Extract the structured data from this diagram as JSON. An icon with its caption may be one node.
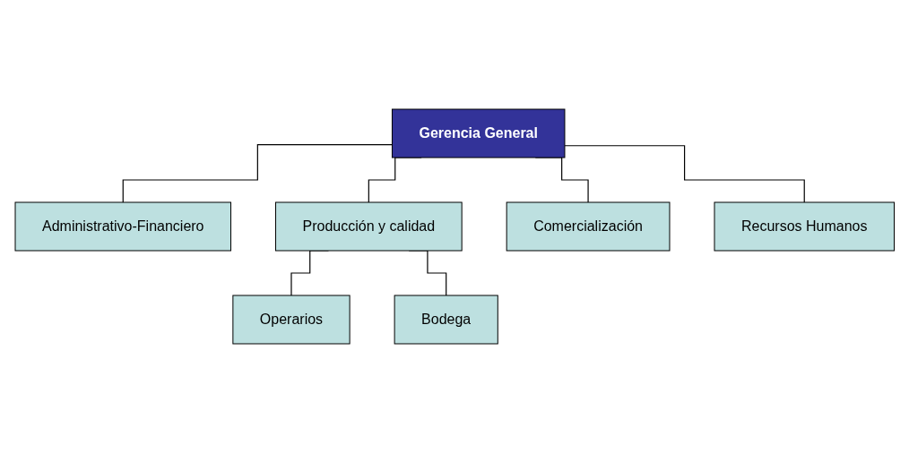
{
  "diagram": {
    "nodes": [
      {
        "text": [
          "Gerencia General"
        ]
      },
      {
        "text": [
          "Administrativo-Financiero"
        ]
      },
      {
        "text": [
          "Producción y calidad"
        ]
      },
      {
        "text": [
          "Comercialización"
        ]
      },
      {
        "text": [
          "Recursos Humanos"
        ]
      },
      {
        "text": [
          "Operarios"
        ]
      },
      {
        "text": [
          "Bodega"
        ]
      }
    ],
    "edges": [
      {
        "from": 0,
        "to": 1,
        "arrow": "none"
      },
      {
        "from": 0,
        "to": 2,
        "arrow": "none"
      },
      {
        "from": 0,
        "to": 3,
        "arrow": "none"
      },
      {
        "from": 0,
        "to": 4,
        "arrow": "none"
      },
      {
        "from": 2,
        "to": 5,
        "arrow": "none"
      },
      {
        "from": 2,
        "to": 6,
        "arrow": "none"
      }
    ]
  }
}
